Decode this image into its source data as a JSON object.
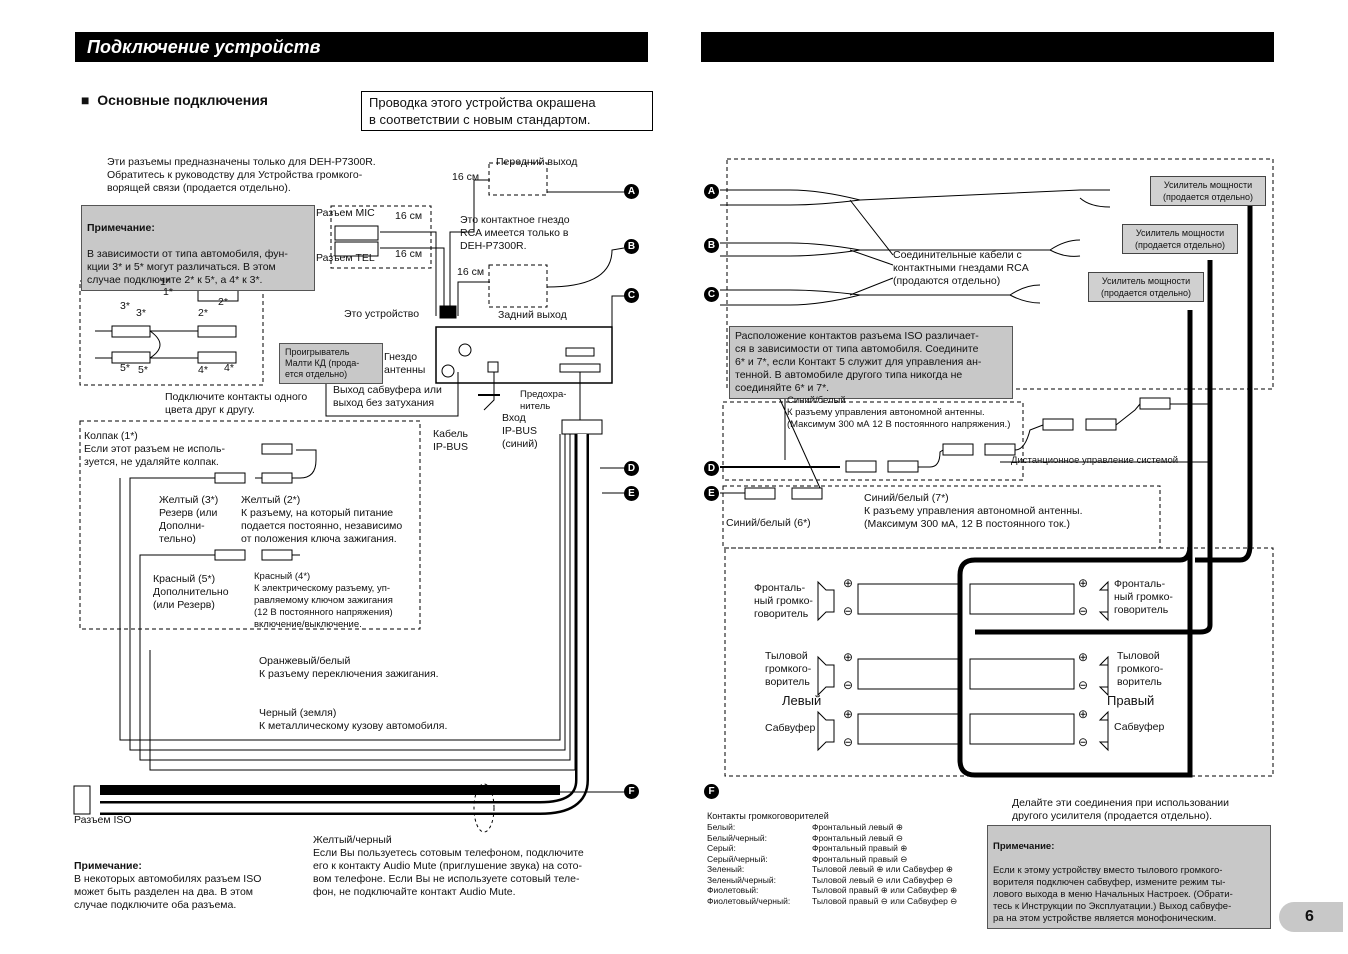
{
  "header": {
    "title": "Подключение устройств"
  },
  "left": {
    "section_title": "Основные подключения",
    "standard_note": "Проводка этого устройства окрашена\nв соответствии с новым стандартом.",
    "deh_note": "Эти разъемы предназначены только для DEH-P7300R.\nОбратитесь к руководству для Устройства громкого-\nворящей связи (продается отдельно).",
    "note_title": "Примечание:",
    "note_body": "В зависимости от типа автомобиля, фун-\nкции 3* и 5* могут различаться. В этом\nслучае подключите 2* к 5*, а 4* к 3*.",
    "mic_label": "Разъем MIC",
    "tel_label": "Разъем TEL",
    "len_16a": "16 см",
    "len_16b": "16 см",
    "len_16c": "16 см",
    "len_16d": "16 см",
    "front_out": "Передний выход",
    "rca_note": "Это контактное гнездо\nRCA имеется только в\nDEH-P7300R.",
    "rear_out": "Задний выход",
    "this_unit": "Это устройство",
    "cd_player": "Проигрыватель\nМалти КД (прода-\nется отдельно)",
    "antenna_jack": "Гнездо\nантенны",
    "sub_out": "Выход сабвуфера или\nвыход без затухания",
    "fuse": "Предохра-\nнитель",
    "ipbus_in": "Вход\nIP-BUS\n(синий)",
    "ipbus_cable": "Кабель\nIP-BUS",
    "connect_same": "Подключите контакты одного\nцвета друг к другу.",
    "pin_labels": [
      "1*",
      "1*",
      "2*",
      "2*",
      "3*",
      "3*",
      "4*",
      "4*",
      "5*",
      "5*"
    ],
    "cap": "Колпак (1*)\nЕсли этот разъем не исполь-\nзуется, не удаляйте колпак.",
    "yellow3": "Желтый (3*)\nРезерв (или\nДополни-\nтельно)",
    "yellow2": "Желтый (2*)\nК разъему, на который питание\nподается постоянно, независимо\nот положения ключа зажигания.",
    "red5": "Красный (5*)\nДополнительно\n(или Резерв)",
    "red4": "Красный (4*)\nК электрическому разъему, уп-\nравляемому ключом зажигания\n(12 В постоянного напряжения)\nвключение/выключение.",
    "orange": "Оранжевый/белый\nК разъему переключения зажигания.",
    "black": "Черный (земля)\nК металлическому кузову автомобиля.",
    "iso_label": "Разъем ISO",
    "iso_note_title": "Примечание:",
    "iso_note": "В некоторых автомобилях разъем ISO\nможет быть разделен на два. В этом\nслучае подключите оба разъема.",
    "yellow_black": "Желтый/черный\nЕсли Вы пользуетесь сотовым телефоном, подключите\nего к контакту Audio Mute (приглушение звука) на сото-\nвом телефоне. Если Вы не используете сотовый теле-\nфон, не подключайте контакт Audio Mute."
  },
  "right": {
    "amp": "Усилитель мощности\n(продается отдельно)",
    "rca_cables": "Соединительные кабели с\nконтактными гнездами RCA\n(продаются отдельно)",
    "iso_note": "Расположение контактов разъема ISO различает-\nся в зависимости от типа автомобиля. Соедините\n6* и 7*, если Контакт 5 служит для управления ан-\nтенной. В автомобиле другого типа никогда не\nсоединяйте 6* и 7*.",
    "blue_white_top": "Синий/белый\nК разъему управления автономной антенны.\n(Максимум 300 мА 12 В постоянного напряжения.)",
    "remote": "Дистанционное управление системой",
    "blue_white7": "Синий/белый (7*)\nК разъему управления автономной антенны.\n(Максимум 300 мА, 12 В постоянного ток.)",
    "blue_white6": "Синий/белый (6*)",
    "front_l": "Фронталь-\nный громко-\nговоритель",
    "front_r": "Фронталь-\nный громко-\nговоритель",
    "rear_l": "Тыловой\nгромкого-\nворитель",
    "rear_r": "Тыловой\nгромкого-\nворитель",
    "left": "Левый",
    "right": "Правый",
    "sub_l": "Сабвуфер",
    "sub_r": "Сабвуфер",
    "amp_conn": "Делайте эти соединения при использовании\nдругого усилителя (продается отдельно).",
    "speaker_title": "Контакты громкоговорителей",
    "speaker_rows": [
      [
        "Белый:",
        "Фронтальный левый ⊕"
      ],
      [
        "Белый/черный:",
        "Фронтальный левый ⊖"
      ],
      [
        "Серый:",
        "Фронтальный правый ⊕"
      ],
      [
        "Серый/черный:",
        "Фронтальный правый ⊖"
      ],
      [
        "Зеленый:",
        "Тыловой левый ⊕ или Сабвуфер ⊕"
      ],
      [
        "Зеленый/черный:",
        "Тыловой левый ⊖ или Сабвуфер ⊖"
      ],
      [
        "Фиолетовый:",
        "Тыловой правый ⊕ или Сабвуфер ⊕"
      ],
      [
        "Фиолетовый/черный:",
        "Тыловой правый ⊖ или Сабвуфер ⊖"
      ]
    ],
    "note_title": "Примечание:",
    "note_body": "Если к этому устройству вместо тылового громкого-\nворителя подключен сабвуфер, измените режим ты-\nлового выхода в меню Начальных Настроек. (Обрати-\nтесь к Инструкции по Эксплуатации.) Выход сабвуфе-\nра на этом устройстве является монофоническим.",
    "page_number": "6"
  },
  "markers": [
    "A",
    "B",
    "C",
    "D",
    "E",
    "F"
  ]
}
